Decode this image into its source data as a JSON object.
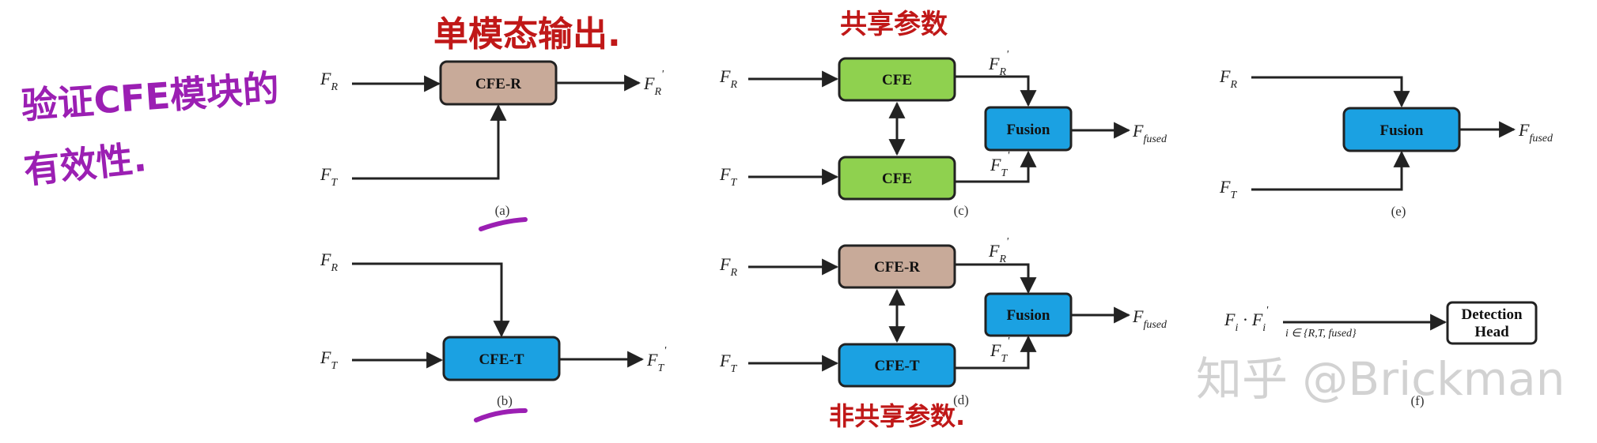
{
  "colors": {
    "tan": "#c8aa99",
    "green": "#8fd14f",
    "blue": "#1ba1e2",
    "stroke": "#222222",
    "purple": "#9b1fb3",
    "red": "#c01818"
  },
  "annotations": {
    "left_line1": "验证CFE模块的",
    "left_line2": "有效性.",
    "top_a": "单模态输出.",
    "top_c": "共享参数",
    "bottom_d": "非共享参数."
  },
  "panel_a": {
    "in1": "F",
    "in1_sub": "R",
    "in2": "F",
    "in2_sub": "T",
    "box": "CFE-R",
    "out": "F",
    "out_sub": "R",
    "caption": "(a)"
  },
  "panel_b": {
    "in1": "F",
    "in1_sub": "R",
    "in2": "F",
    "in2_sub": "T",
    "box": "CFE-T",
    "out": "F",
    "out_sub": "T",
    "caption": "(b)"
  },
  "panel_c": {
    "in1": "F",
    "in1_sub": "R",
    "in2": "F",
    "in2_sub": "T",
    "box1": "CFE",
    "box2": "CFE",
    "mid1": "F",
    "mid1_sub": "R",
    "mid2": "F",
    "mid2_sub": "T",
    "fusion": "Fusion",
    "out": "F",
    "out_sub": "fused",
    "caption": "(c)"
  },
  "panel_d": {
    "in1": "F",
    "in1_sub": "R",
    "in2": "F",
    "in2_sub": "T",
    "box1": "CFE-R",
    "box2": "CFE-T",
    "mid1": "F",
    "mid1_sub": "R",
    "mid2": "F",
    "mid2_sub": "T",
    "fusion": "Fusion",
    "out": "F",
    "out_sub": "fused",
    "caption": "(d)"
  },
  "panel_e": {
    "in1": "F",
    "in1_sub": "R",
    "in2": "F",
    "in2_sub": "T",
    "fusion": "Fusion",
    "out": "F",
    "out_sub": "fused",
    "caption": "(e)"
  },
  "panel_f": {
    "in_a": "F",
    "in_a_sub": "i",
    "sep": "·",
    "in_b": "F",
    "in_b_sub": "i",
    "cond": "i ∈ {R,T, fused}",
    "head_l1": "Detection",
    "head_l2": "Head",
    "caption": "(f)"
  },
  "watermark": "知乎 @Brickman"
}
